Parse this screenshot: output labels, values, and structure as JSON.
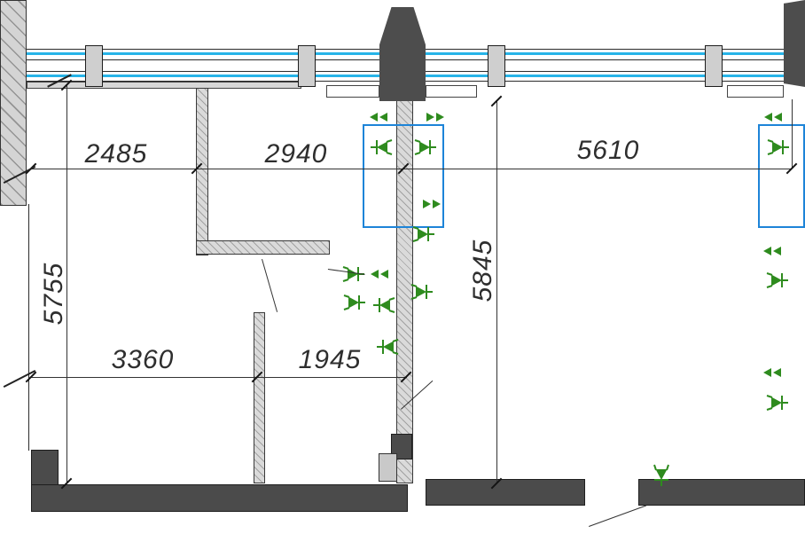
{
  "dims": {
    "top_left": "2485",
    "top_mid": "2940",
    "top_right": "5610",
    "left_vert": "5755",
    "mid_vert": "5845",
    "bottom_left": "3360",
    "bottom_mid": "1945"
  },
  "colors": {
    "glazing_line": "#27b4e8",
    "window_frame": "#1d84d8",
    "fixture_green": "#2e8b1e",
    "wall_fill": "#dadada",
    "structure_fill": "#4b4b4b"
  },
  "icons": {
    "fixture": "sprinkler-fixture-icon",
    "arrows": "direction-arrows-icon"
  }
}
